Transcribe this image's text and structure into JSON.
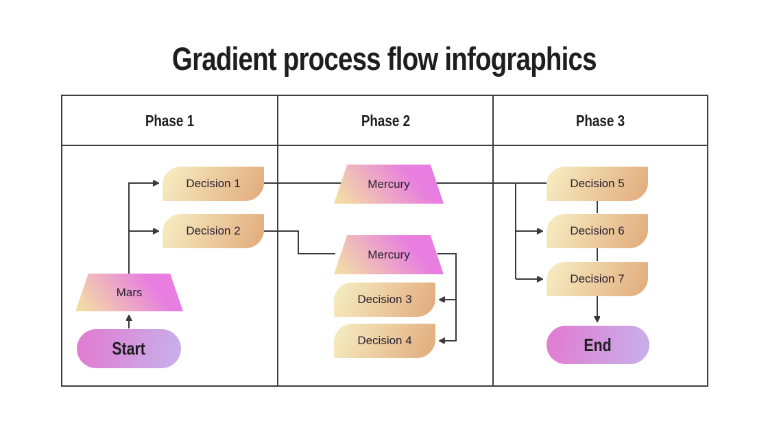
{
  "title": "Gradient process flow infographics",
  "phases": {
    "phase1": "Phase 1",
    "phase2": "Phase 2",
    "phase3": "Phase 3"
  },
  "nodes": {
    "decision1": {
      "label": "Decision 1",
      "type": "process"
    },
    "decision2": {
      "label": "Decision 2",
      "type": "process"
    },
    "mars": {
      "label": "Mars",
      "type": "trapezoid"
    },
    "start": {
      "label": "Start",
      "type": "terminator"
    },
    "mercury1": {
      "label": "Mercury",
      "type": "trapezoid"
    },
    "mercury2": {
      "label": "Mercury",
      "type": "trapezoid"
    },
    "decision3": {
      "label": "Decision 3",
      "type": "process"
    },
    "decision4": {
      "label": "Decision 4",
      "type": "process"
    },
    "decision5": {
      "label": "Decision 5",
      "type": "process"
    },
    "decision6": {
      "label": "Decision 6",
      "type": "process"
    },
    "decision7": {
      "label": "Decision 7",
      "type": "process"
    },
    "end": {
      "label": "End",
      "type": "terminator"
    }
  },
  "edges": [
    {
      "from": "start",
      "to": "mars",
      "arrow": true
    },
    {
      "from": "mars",
      "to": "decision1",
      "arrow": true
    },
    {
      "from": "mars",
      "to": "decision2",
      "arrow": true
    },
    {
      "from": "decision1",
      "to": "mercury1",
      "arrow": false
    },
    {
      "from": "mercury1",
      "to": "decision5",
      "arrow": false
    },
    {
      "from": "mercury1",
      "to": "decision6",
      "arrow": true
    },
    {
      "from": "mercury1",
      "to": "decision7",
      "arrow": true
    },
    {
      "from": "decision2",
      "to": "mercury2",
      "arrow": false
    },
    {
      "from": "mercury2",
      "to": "decision3",
      "arrow": true
    },
    {
      "from": "mercury2",
      "to": "decision4",
      "arrow": true
    },
    {
      "from": "decision5",
      "to": "decision6",
      "arrow": false
    },
    {
      "from": "decision6",
      "to": "decision7",
      "arrow": false
    },
    {
      "from": "decision7",
      "to": "end",
      "arrow": true
    }
  ],
  "colors": {
    "bg": "#ffffff",
    "border": "#3f3f3f",
    "connector": "#3a3a3a",
    "text_strong": "#1e1e1e",
    "text_node": "#2a2030",
    "proc_a": "#f4e8bd",
    "proc_b": "#e2ad7e",
    "trap_a": "#f3dda4",
    "trap_b": "#e77ee0",
    "term_a": "#e07ed2",
    "term_b": "#c9ade9"
  }
}
